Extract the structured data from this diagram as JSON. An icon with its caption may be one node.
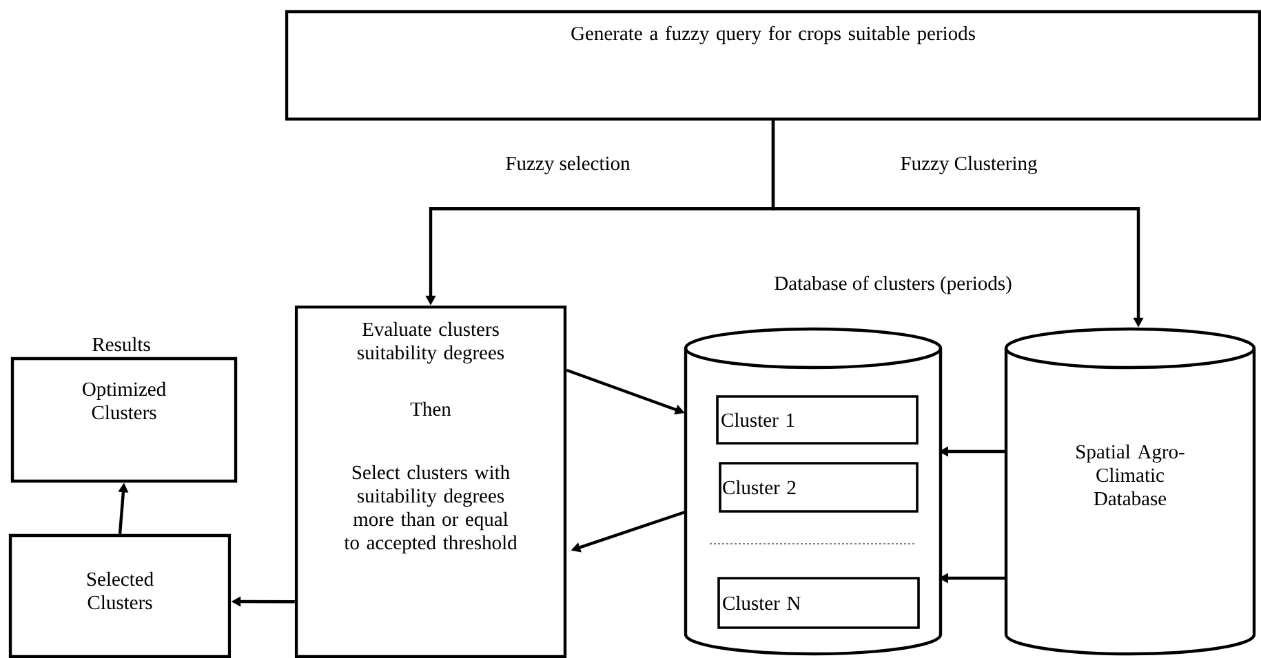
{
  "diagram": {
    "nodes": [
      {
        "text": [
          "Generate a fuzzy query for crops suitable periods"
        ]
      },
      {
        "text": [
          "Evaluate clusters suitability degrees",
          "Then",
          "Select clusters with suitability degrees more than or equal to accepted threshold"
        ]
      },
      {
        "text": [],
        "shape": "cylinder"
      },
      {
        "text": [
          "Cluster 1"
        ],
        "in": 2
      },
      {
        "text": [
          "Cluster 2"
        ],
        "in": 2
      },
      {
        "text": [
          "Cluster N"
        ],
        "in": 2
      },
      {
        "text": [
          "Spatial Agro- Climatic Database"
        ]
      },
      {
        "text": [
          "Optimized Clusters"
        ],
        "beside": [
          "Results"
        ]
      },
      {
        "text": [
          "Selected Clusters"
        ]
      }
    ],
    "edges": [
      {
        "from": 0,
        "to": 1,
        "arrow": "to",
        "label": "Fuzzy selection"
      },
      {
        "from": 0,
        "to": 6,
        "arrow": "to",
        "label": "Fuzzy Clustering"
      },
      {
        "from": 1,
        "to": 2,
        "arrow": "to"
      },
      {
        "from": 2,
        "to": 1,
        "arrow": "to"
      },
      {
        "from": 6,
        "to": 2,
        "arrow": "to"
      },
      {
        "from": 6,
        "to": 2,
        "arrow": "to"
      },
      {
        "from": 1,
        "to": 8,
        "arrow": "to"
      },
      {
        "from": 8,
        "to": 7,
        "arrow": "to"
      }
    ],
    "labels": [
      "Database of clusters (periods)"
    ]
  }
}
